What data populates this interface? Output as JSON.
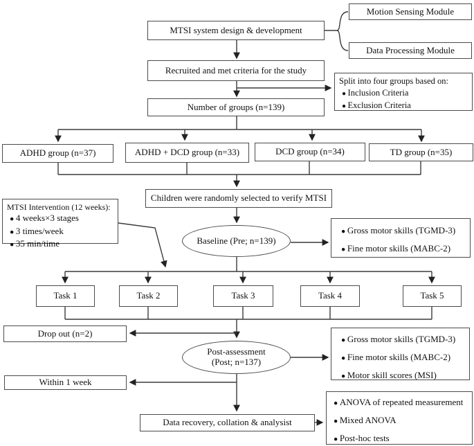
{
  "figure": "study-design-flowchart",
  "colors": {
    "line": "#3a3a3a",
    "border": "#4a4a4a",
    "text": "#111111",
    "background": "#ffffff"
  },
  "nodes": {
    "mtsi_design": "MTSI system design & development",
    "motion_sensing": "Motion Sensing Module",
    "data_processing": "Data Processing Module",
    "recruited": "Recruited and met criteria for the study",
    "split_groups": {
      "title": "Split into four groups based on:",
      "items": [
        "Inclusion Criteria",
        "Exclusion Criteria"
      ]
    },
    "number_groups": "Number of groups (n=139)",
    "groups": [
      "ADHD group (n=37)",
      "ADHD + DCD group (n=33)",
      "DCD group (n=34)",
      "TD group (n=35)"
    ],
    "children_verify": "Children were randomly selected to verify MTSI",
    "mtsi_intervention": {
      "title": "MTSI Intervention (12 weeks):",
      "items": [
        "4 weeks×3 stages",
        "3 times/week",
        "35 min/time"
      ]
    },
    "baseline": "Baseline (Pre; n=139)",
    "pre_measures": {
      "items": [
        "Gross motor skills (TGMD-3)",
        "Fine motor skills (MABC-2)"
      ]
    },
    "tasks": [
      "Task 1",
      "Task 2",
      "Task 3",
      "Task 4",
      "Task 5"
    ],
    "drop_out": "Drop out (n=2)",
    "post_assessment": {
      "line1": "Post-assessment",
      "line2": "(Post; n=137)"
    },
    "post_measures": {
      "items": [
        "Gross motor skills (TGMD-3)",
        "Fine motor skills (MABC-2)",
        "Motor skill scores (MSI)"
      ]
    },
    "within_week": "Within 1 week",
    "data_recovery": "Data recovery, collation & analysist",
    "analysis": {
      "items": [
        "ANOVA of repeated measurement",
        "Mixed ANOVA",
        "Post-hoc tests"
      ]
    }
  }
}
